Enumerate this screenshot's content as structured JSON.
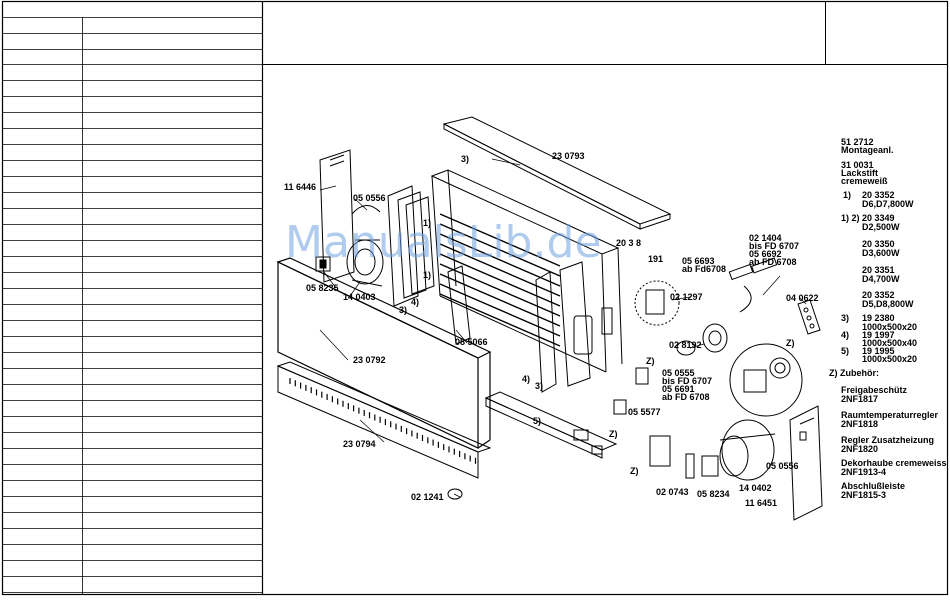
{
  "watermark": "ManualsLib.de",
  "labels": {
    "l230793": "23 0793",
    "l3_top": "3)",
    "l116446": "11 6446",
    "l050556a": "05 0556",
    "l203_8": "20 3 8",
    "l191": "191",
    "l1a": "1)",
    "l1b": "1)",
    "l058235": "05 8235",
    "l140403": "14 0403",
    "l4a": "4)",
    "l3a": "3)",
    "l085066": "08 5066",
    "l230792": "23 0792",
    "l4b": "4)",
    "l3b": "3)",
    "l5": "5)",
    "l230794": "23 0794",
    "l021241": "02 1241",
    "l021404": "02 1404",
    "lbisFD6707a": "bis FD 6707",
    "l056692": "05 6692",
    "labFD6708a": "ab FD 6708",
    "l056693": "05 6693",
    "labFd6708": "ab Fd6708",
    "l021297": "02 1297",
    "l040622": "04 0622",
    "l028192": "02 8192",
    "lZa": "Z)",
    "l050555": "05 0555",
    "lbisFD6707b": "bis FD 6707",
    "l056691": "05 6691",
    "labFD6708b": "ab FD 6708",
    "l055577": "05 5577",
    "lZb": "Z)",
    "lZc": "Z)",
    "lZd": "Z)",
    "l020743": "02 0743",
    "l058234": "05 8234",
    "l140402": "14 0402",
    "l116451": "11 6451",
    "l050556b": "05 0556"
  },
  "legend": {
    "l1": "51 2712",
    "l2": "Montageanl.",
    "l3": "31 0031",
    "l4": "Lackstift",
    "l5": "cremeweiß",
    "l6": "1)",
    "l7": "20 3352",
    "l8": "D6,D7,800W",
    "l9": "1) 2)",
    "l10": "20 3349",
    "l11": "D2,500W",
    "l12": "20 3350",
    "l13": "D3,600W",
    "l14": "20 3351",
    "l15": "D4,700W",
    "l16": "20 3352",
    "l17": "D5,D8,800W",
    "l18": "3)",
    "l19": "19 2380",
    "l20": "1000x500x20",
    "l21": "4)",
    "l22": "19 1997",
    "l23": "1000x500x40",
    "l24": "5)",
    "l25": "19 1995",
    "l26": "1000x500x20",
    "l27": "Z) Zubehör:",
    "l28": "Freigabeschütz",
    "l29": "2NF1817",
    "l30": "Raumtemperaturregler",
    "l31": "2NF1818",
    "l32": "Regler Zusatzheizung",
    "l33": "2NF1820",
    "l34": "Dekorhaube cremeweiss",
    "l35": "2NF1913-4",
    "l36": "Abschlußleiste",
    "l37": "2NF1815-3"
  }
}
